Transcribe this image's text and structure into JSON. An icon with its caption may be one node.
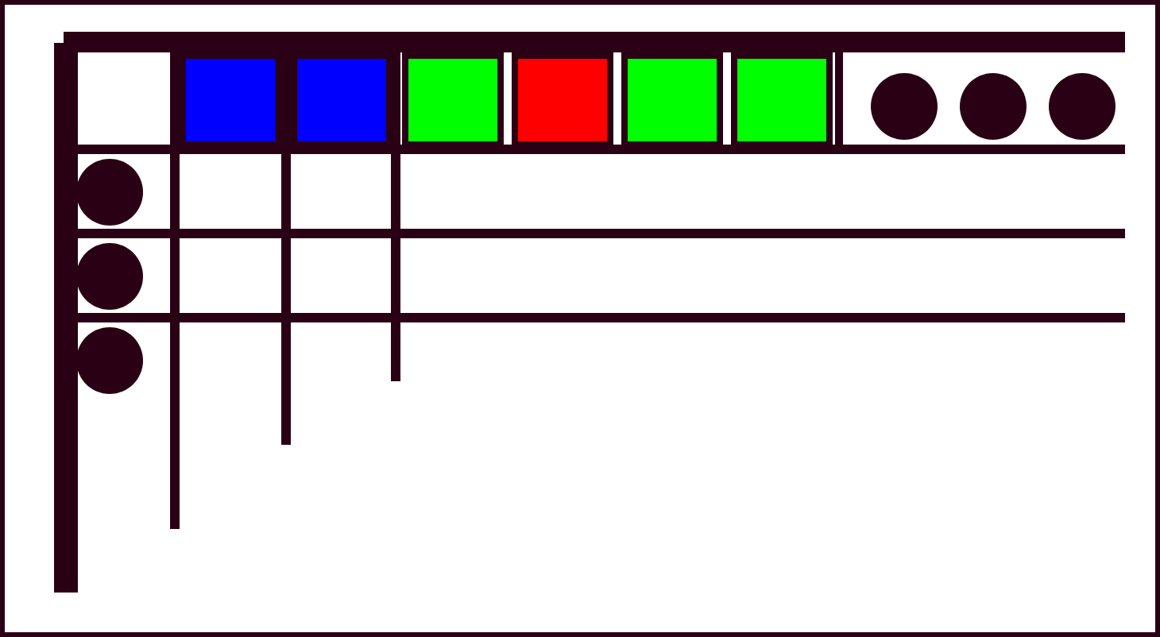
{
  "diagram": {
    "nodes": [
      {
        "text": [],
        "shape": "box"
      },
      {
        "text": [],
        "shape": "box"
      },
      {
        "text": [],
        "shape": "box"
      },
      {
        "text": [],
        "shape": "box"
      },
      {
        "text": [],
        "shape": "box"
      },
      {
        "text": [],
        "shape": "box"
      },
      {
        "text": [],
        "shape": "circle"
      },
      {
        "text": [],
        "shape": "circle"
      },
      {
        "text": [],
        "shape": "circle"
      },
      {
        "text": [],
        "shape": "circle"
      },
      {
        "text": [],
        "shape": "circle"
      },
      {
        "text": [],
        "shape": "circle"
      }
    ]
  }
}
